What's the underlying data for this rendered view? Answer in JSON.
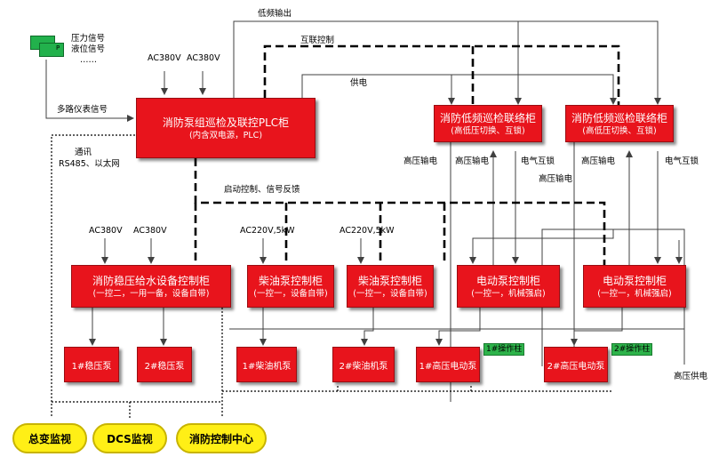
{
  "left_signals": {
    "pressure": "压力信号",
    "level": "液位信号",
    "more": "……",
    "icon_letter": "P",
    "multi_meter": "多路仪表信号"
  },
  "main_plc": {
    "title": "消防泵组巡检及联控PLC柜",
    "subtitle": "(内含双电源，PLC)",
    "power_a": "AC380V",
    "power_b": "AC380V"
  },
  "top_labels": {
    "low_freq_out": "低频输出",
    "interlock": "互联控制",
    "supply": "供电"
  },
  "comm": {
    "line1": "通讯",
    "line2": "RS485、以太网"
  },
  "start_control": "启动控制、信号反馈",
  "lf_cabinets": [
    {
      "title": "消防低频巡检联络柜",
      "subtitle": "(高低压切换、互锁)"
    },
    {
      "title": "消防低频巡检联络柜",
      "subtitle": "(高低压切换、互锁)"
    }
  ],
  "mid_labels": {
    "hv_in_1": "高压输电",
    "hv_in_2": "高压输电",
    "ei_1": "电气互锁",
    "hv_in_3": "高压输电",
    "hv_in_4": "高压输电",
    "ei_2": "电气互锁"
  },
  "control_cabinets": [
    {
      "title": "消防稳压给水设备控制柜",
      "subtitle": "(一控二，一用一备，设备自带)",
      "power_a": "AC380V",
      "power_b": "AC380V"
    },
    {
      "title": "柴油泵控制柜",
      "subtitle": "(一控一，设备自带)",
      "power": "AC220V,5kW"
    },
    {
      "title": "柴油泵控制柜",
      "subtitle": "(一控一，设备自带)",
      "power": "AC220V,5kW"
    },
    {
      "title": "电动泵控制柜",
      "subtitle": "(一控一，机械强启)"
    },
    {
      "title": "电动泵控制柜",
      "subtitle": "(一控一，机械强启)"
    }
  ],
  "devices": [
    "1#稳压泵",
    "2#稳压泵",
    "1#柴油机泵",
    "2#柴油机泵",
    "1#高压电动泵",
    "2#高压电动泵"
  ],
  "operation_posts": [
    "1#操作柱",
    "2#操作柱"
  ],
  "hv_supply": "高压供电",
  "monitors": [
    "总变监视",
    "DCS监视",
    "消防控制中心"
  ],
  "colors": {
    "cabinet_red": "#e8141c",
    "monitor_yellow": "#ffef16",
    "post_green": "#2db34a"
  }
}
